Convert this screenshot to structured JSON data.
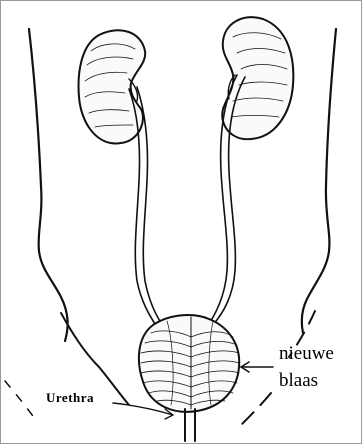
{
  "labels": {
    "new_bladder_line1": "nieuwe",
    "new_bladder_line2": "blaas",
    "urethra": "Urethra"
  }
}
